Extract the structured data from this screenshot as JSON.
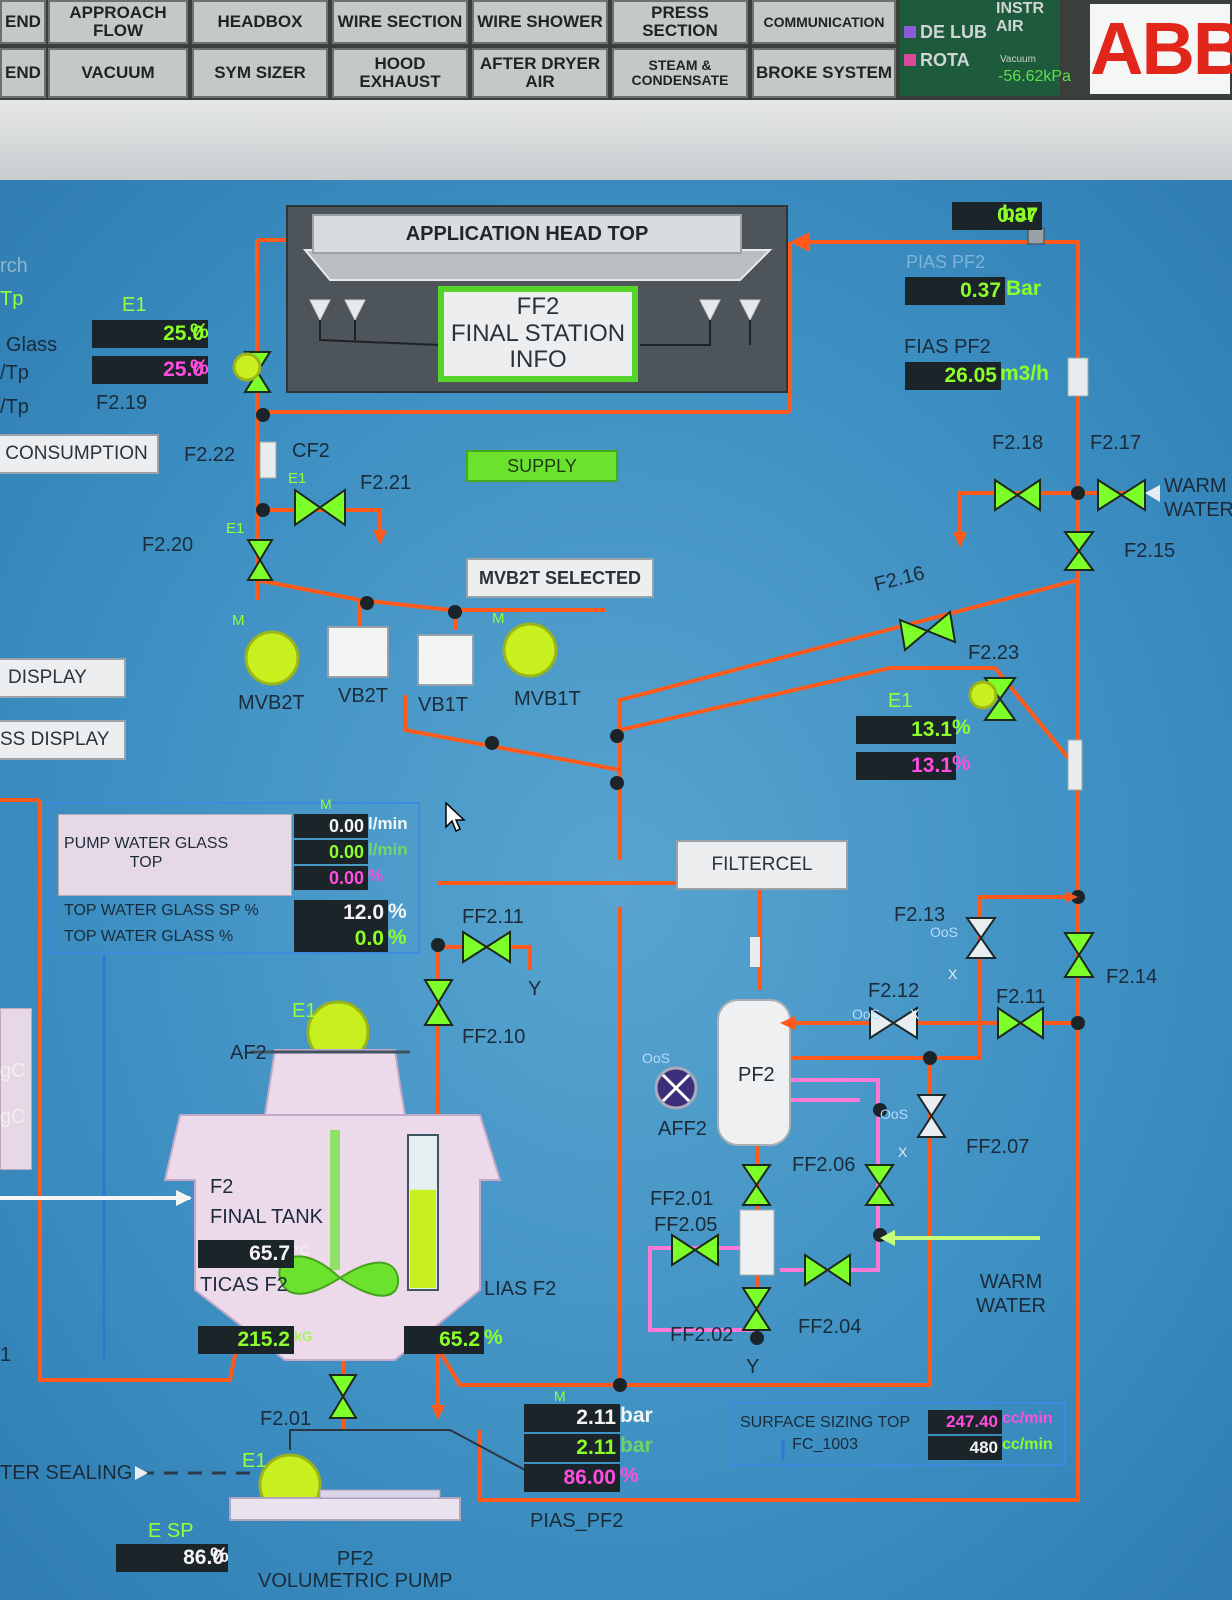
{
  "nav": {
    "row1": [
      "END",
      "APPROACH FLOW",
      "HEADBOX",
      "WIRE SECTION",
      "WIRE SHOWER",
      "PRESS SECTION",
      "COMMUNICATION"
    ],
    "row2": [
      "END",
      "VACUUM",
      "SYM SIZER",
      "HOOD EXHAUST",
      "AFTER DRYER AIR",
      "STEAM & CONDENSATE",
      "BROKE SYSTEM"
    ],
    "status": {
      "instr_air": "INSTR AIR",
      "de_lub": "DE LUB",
      "rota": "ROTA",
      "vacuum_label": "Vacuum",
      "vacuum_value": "-56.62kPa"
    },
    "logo": "ABB"
  },
  "left_clipped": {
    "t1": "rch",
    "t2": "Tp",
    "t3": "Glass",
    "t4": "/Tp",
    "t5": "/Tp"
  },
  "buttons": {
    "consumption": "CONSUMPTION",
    "display1": "DISPLAY",
    "display2": "SS DISPLAY",
    "supply": "SUPPLY",
    "mvb2t_selected": "MVB2T SELECTED",
    "filtercel": "FILTERCEL",
    "final_station": "FF2\nFINAL STATION\nINFO"
  },
  "headbox": {
    "title": "APPLICATION HEAD TOP"
  },
  "pressure_top": {
    "v1": "0.37",
    "u1": "bar",
    "tag": "PIAS PF2",
    "v2": "0.37",
    "u2": "Bar"
  },
  "flow_top": {
    "tag": "FIAS PF2",
    "v": "26.05",
    "u": "m3/h"
  },
  "valve_e1": {
    "tag": "E1",
    "v_green": "25.0",
    "v_magenta": "25.0",
    "u": "%",
    "valve": "F2.19"
  },
  "labels": {
    "f222": "F2.22",
    "cf2": "CF2",
    "f221": "F2.21",
    "f220": "F2.20",
    "e1a": "E1",
    "e1b": "E1",
    "mvb2t": "MVB2T",
    "vb2t": "VB2T",
    "vb1t": "VB1T",
    "mvb1t": "MVB1T",
    "m1": "M",
    "m2": "M",
    "f218": "F2.18",
    "f217": "F2.17",
    "f215": "F2.15",
    "f216": "F2.16",
    "f223": "F2.23",
    "warm_water": "WARM\nWATER",
    "warm_water2": "WARM\nWATER",
    "f213": "F2.13",
    "f214": "F2.14",
    "f212": "F2.12",
    "f211": "F2.11",
    "ff211": "FF2.11",
    "ff210": "FF2.10",
    "af2": "AF2",
    "pf2": "PF2",
    "aff2": "AFF2",
    "ff206": "FF2.06",
    "ff207": "FF2.07",
    "ff201": "FF2.01",
    "ff205": "FF2.05",
    "ff202": "FF2.02",
    "ff204": "FF2.04",
    "f201": "F2.01",
    "ticas": "TICAS F2",
    "lias": "LIAS F2",
    "final_tank": "F2\nFINAL TANK",
    "pias": "PIAS_PF2",
    "vol_pump": "PF2\nVOLUMETRIC PUMP",
    "ter_sealing": "TER SEALING",
    "oos": "OoS",
    "x": "X",
    "y": "Y",
    "gc1": "gC",
    "gc2": "gC",
    "one": "1"
  },
  "f223_val": {
    "tag": "E1",
    "v_green": "13.1",
    "v_magenta": "13.1",
    "u": "%"
  },
  "pump_water": {
    "title": "PUMP WATER GLASS\nTOP",
    "m": "M",
    "v1": "0.00",
    "u1": "l/min",
    "v2": "0.00",
    "u2": "l/min",
    "v3": "0.00",
    "u3": "%",
    "sp_label": "TOP WATER GLASS SP %",
    "sp_value": "12.0",
    "sp_unit": "%",
    "pv_label": "TOP WATER GLASS %",
    "pv_value": "0.0",
    "pv_unit": "%"
  },
  "tank": {
    "temp": "65.7",
    "temp_unit": "°C",
    "level_a": "215.2",
    "level_a_unit": "kG",
    "level": "65.2",
    "level_unit": "%",
    "level_pct": 65
  },
  "pump_out": {
    "m": "M",
    "v1": "2.11",
    "u1": "bar",
    "v2": "2.11",
    "u2": "bar",
    "v3": "86.00",
    "u3": "%"
  },
  "esp": {
    "label": "E SP",
    "value": "86.0",
    "unit": "%"
  },
  "sizing": {
    "label": "SURFACE SIZING TOP\nFC_1003",
    "v1": "247.40",
    "u1": "cc/min",
    "v2": "480",
    "u2": "cc/min"
  },
  "colors": {
    "pipe": "#ff5a1c",
    "pink": "#ff7ad6",
    "valve": "#7dff2a",
    "bg": "#3d8fc2"
  }
}
